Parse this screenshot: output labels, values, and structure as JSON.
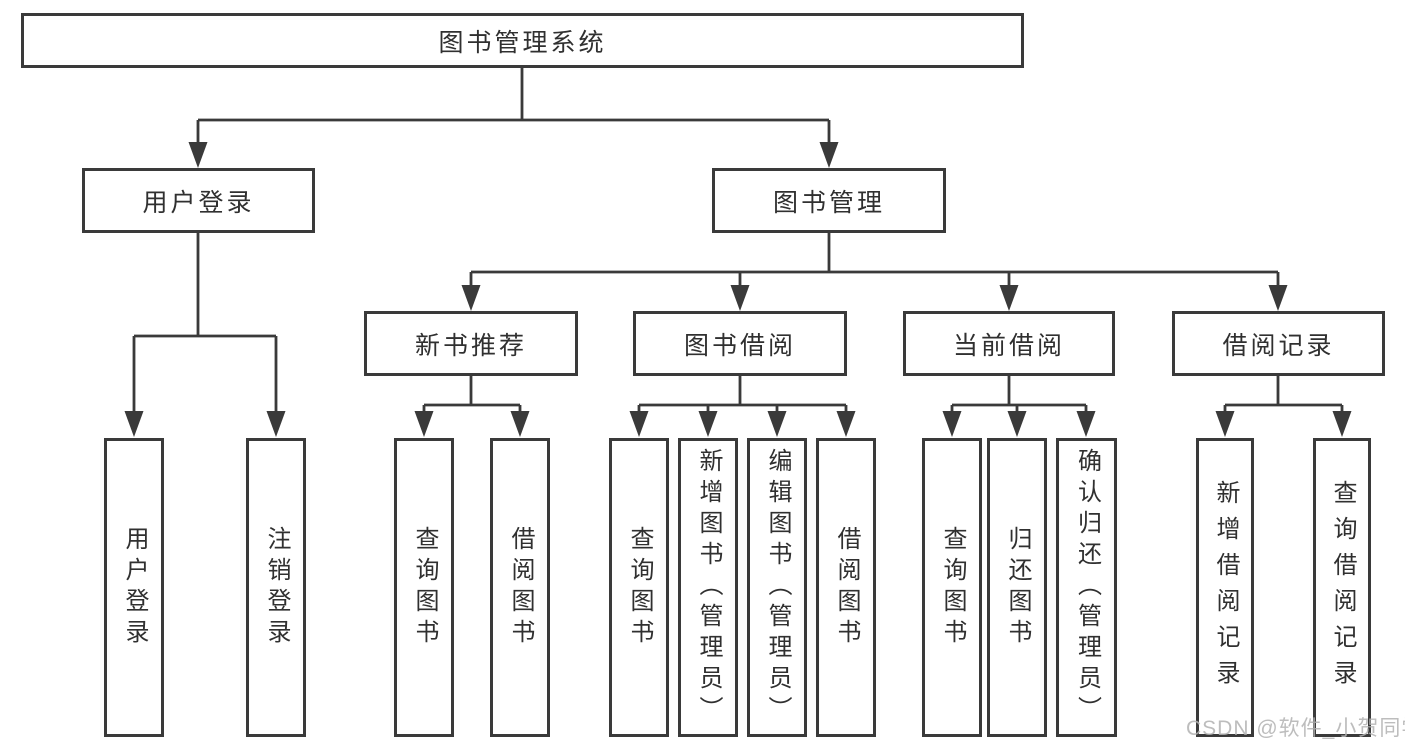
{
  "tree": {
    "root": {
      "label": "图书管理系统"
    },
    "branches": [
      {
        "label": "用户登录",
        "leaves": [
          "用户登录",
          "注销登录"
        ]
      },
      {
        "label": "图书管理",
        "groups": [
          {
            "label": "新书推荐",
            "leaves": [
              "查询图书",
              "借阅图书"
            ]
          },
          {
            "label": "图书借阅",
            "leaves": [
              "查询图书",
              "新增图书（管理员）",
              "编辑图书（管理员）",
              "借阅图书"
            ]
          },
          {
            "label": "当前借阅",
            "leaves": [
              "查询图书",
              "归还图书",
              "确认归还（管理员）"
            ]
          },
          {
            "label": "借阅记录",
            "leaves": [
              "新增借阅记录",
              "查询借阅记录"
            ]
          }
        ]
      }
    ]
  },
  "watermark": {
    "text": "CSDN @软件_小贺同学"
  },
  "colors": {
    "line": "#3a3a3a",
    "text": "#303030",
    "watermark": "#b2b2b2",
    "background": "#ffffff"
  }
}
